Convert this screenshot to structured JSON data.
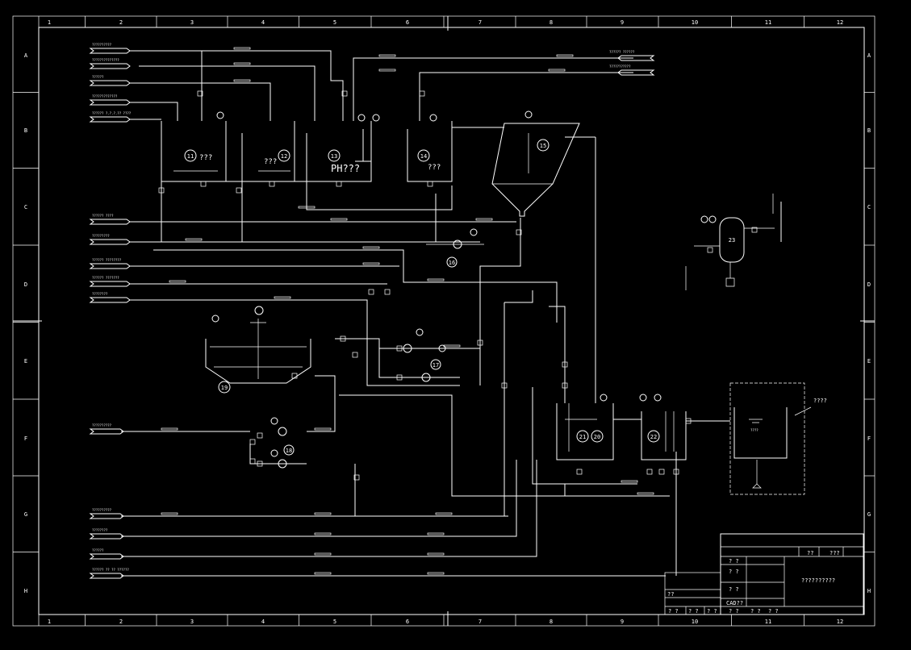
{
  "grid": {
    "columns": [
      "1",
      "2",
      "3",
      "4",
      "5",
      "6",
      "7",
      "8",
      "9",
      "10",
      "11",
      "12"
    ],
    "rows": [
      "A",
      "B",
      "C",
      "D",
      "E",
      "F",
      "G",
      "H"
    ]
  },
  "inlets_left": [
    "??????????",
    "??????????????",
    "??????",
    "?????????????",
    "?????? ?.?.?.?? ????",
    "?????? ????",
    "?????????",
    "?????? ????????",
    "?????? ???????",
    "????????",
    "??????????",
    "??????????",
    "????????",
    "??????",
    "?????? ?? ?? ??????"
  ],
  "inlets_right": [
    "?????? ??????",
    "???????????"
  ],
  "equipment": {
    "e11": {
      "num": "11",
      "label": "???"
    },
    "e12": {
      "num": "12",
      "label": "???"
    },
    "e13": {
      "num": "13",
      "label": "PH???"
    },
    "e14": {
      "num": "14",
      "label": "???"
    },
    "e15": {
      "num": "15"
    },
    "e16": {
      "num": "16"
    },
    "e17": {
      "num": "17"
    },
    "e18": {
      "num": "18"
    },
    "e19": {
      "num": "19"
    },
    "e20": {
      "num": "20"
    },
    "e21": {
      "num": "21"
    },
    "e22": {
      "num": "22"
    },
    "e23": {
      "num": "23"
    }
  },
  "tank_right": {
    "label": "????",
    "note": "????"
  },
  "title_block": {
    "header": [
      "??",
      "???"
    ],
    "drawing_title": "??????????",
    "rows": [
      "? ?",
      "? ?",
      "? ?",
      "??",
      "CAD??"
    ],
    "footer": [
      "? ?",
      "? ?",
      "? ?",
      "? ?",
      "? ?",
      "? ?"
    ]
  }
}
